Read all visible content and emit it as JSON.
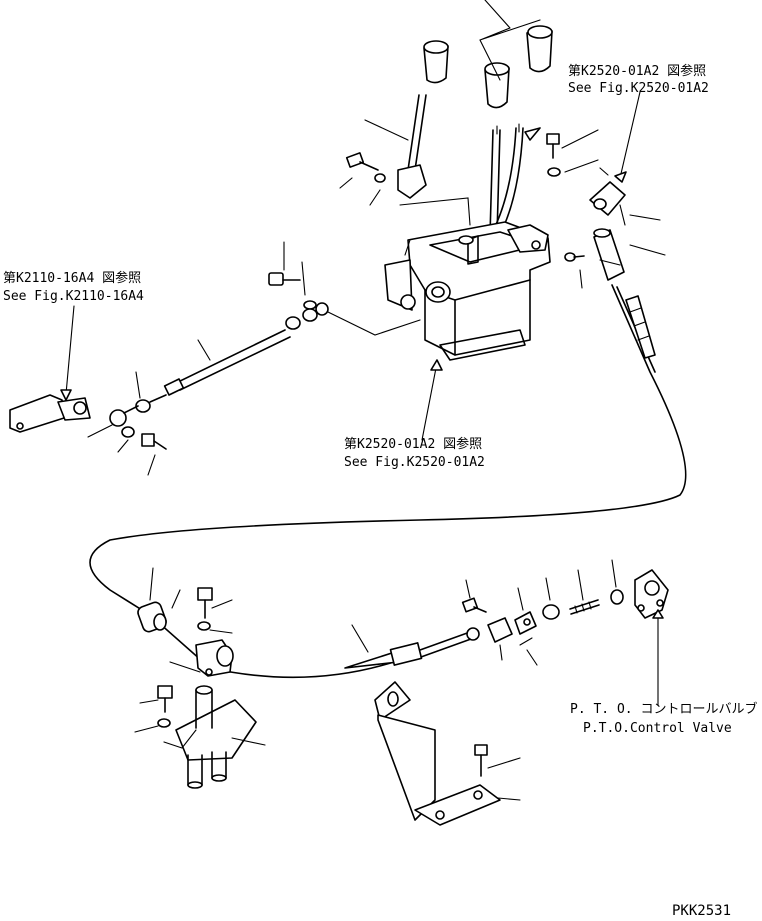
{
  "references": {
    "fig_k2520_top_jp": "第K2520-01A2 図参照",
    "fig_k2520_top_en": "See Fig.K2520-01A2",
    "fig_k2110_jp": "第K2110-16A4 図参照",
    "fig_k2110_en": "See Fig.K2110-16A4",
    "fig_k2520_mid_jp": "第K2520-01A2 図参照",
    "fig_k2520_mid_en": "See Fig.K2520-01A2"
  },
  "pto_label": {
    "jp": "P. T. O. コントロールバルブ",
    "en": "P.T.O.Control Valve"
  },
  "drawing_code": "PKK2531"
}
